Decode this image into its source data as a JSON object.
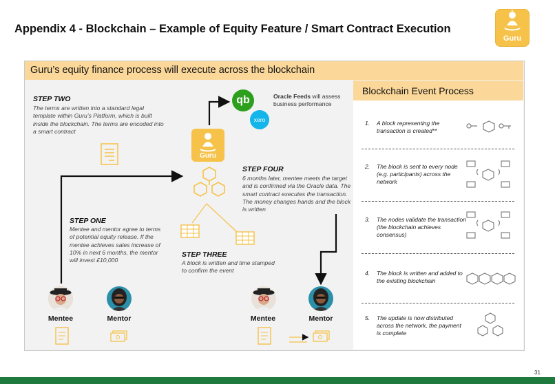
{
  "slide": {
    "title": "Appendix 4 - Blockchain – Example of Equity Feature / Smart Contract Execution",
    "page_number": "31"
  },
  "logo": {
    "text": "Guru"
  },
  "panel": {
    "header": "Guru’s equity finance process will execute across the blockchain"
  },
  "steps": {
    "two": {
      "title": "STEP TWO",
      "body": "The terms are written into a standard  legal template within Guru’s Platform, which is built inside the blockchain. The terms are encoded into a smart contract"
    },
    "one": {
      "title": "STEP ONE",
      "body": "Mentee and mentor agree to terms of potential equity release. If the mentee achieves sales increase of 10% in next 6 months, the mentor will invest £10,000"
    },
    "three": {
      "title": "STEP THREE",
      "body": "A block is written and time stamped to confirm the event"
    },
    "four": {
      "title": "STEP FOUR",
      "body": "6 months later, mentee meets the target and is confirmed via the Oracle data. The smart contract executes the transaction. The money changes hands and the block is written"
    }
  },
  "oracle": {
    "bold": "Oracle Feeds",
    "rest": " will assess business performance"
  },
  "guru_node_label": "Guru",
  "xero_label": "xero",
  "people": {
    "left_mentee": "Mentee",
    "left_mentor": "Mentor",
    "right_mentee": "Mentee",
    "right_mentor": "Mentor"
  },
  "event_process": {
    "title": "Blockchain Event Process",
    "items": [
      {
        "num": "1.",
        "text": "A block representing the transaction is created**"
      },
      {
        "num": "2.",
        "text": "The block is sent to every node (e.g. participants) across the network"
      },
      {
        "num": "3.",
        "text": "The nodes validate the transaction (the blockchain achieves consensus)"
      },
      {
        "num": "4.",
        "text": "The block is written and added to the existing blockchain"
      },
      {
        "num": "5.",
        "text": "The update is now distributed across the network, the payment is complete"
      }
    ]
  },
  "colors": {
    "accent_orange": "#f6c24a",
    "header_bg": "#fbd89a",
    "quickbooks_green": "#2ca01c",
    "xero_blue": "#13b5ea",
    "footer_green": "#1f7a3d"
  }
}
